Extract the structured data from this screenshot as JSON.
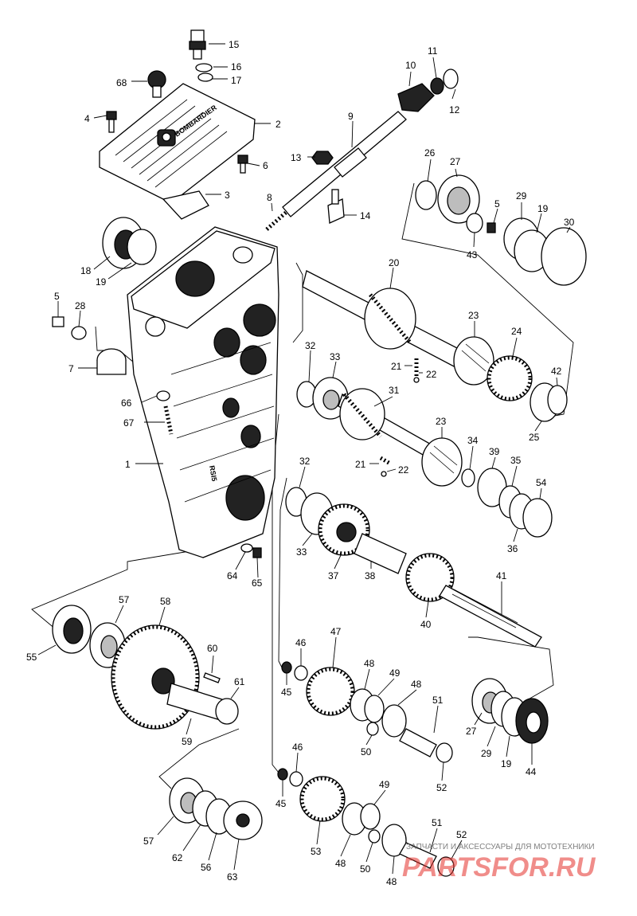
{
  "callouts": [
    {
      "id": "c15",
      "label": "15"
    },
    {
      "id": "c16",
      "label": "16"
    },
    {
      "id": "c17",
      "label": "17"
    },
    {
      "id": "c68",
      "label": "68"
    },
    {
      "id": "c4",
      "label": "4"
    },
    {
      "id": "c2",
      "label": "2"
    },
    {
      "id": "c6",
      "label": "6"
    },
    {
      "id": "c3",
      "label": "3"
    },
    {
      "id": "c10",
      "label": "10"
    },
    {
      "id": "c11",
      "label": "11"
    },
    {
      "id": "c12",
      "label": "12"
    },
    {
      "id": "c9",
      "label": "9"
    },
    {
      "id": "c13",
      "label": "13"
    },
    {
      "id": "c8",
      "label": "8"
    },
    {
      "id": "c14",
      "label": "14"
    },
    {
      "id": "c26",
      "label": "26"
    },
    {
      "id": "c27a",
      "label": "27"
    },
    {
      "id": "c5a",
      "label": "5"
    },
    {
      "id": "c29a",
      "label": "29"
    },
    {
      "id": "c19a",
      "label": "19"
    },
    {
      "id": "c30",
      "label": "30"
    },
    {
      "id": "c43",
      "label": "43"
    },
    {
      "id": "c18",
      "label": "18"
    },
    {
      "id": "c19b",
      "label": "19"
    },
    {
      "id": "c20",
      "label": "20"
    },
    {
      "id": "c5b",
      "label": "5"
    },
    {
      "id": "c28",
      "label": "28"
    },
    {
      "id": "c7",
      "label": "7"
    },
    {
      "id": "c23a",
      "label": "23"
    },
    {
      "id": "c24",
      "label": "24"
    },
    {
      "id": "c32a",
      "label": "32"
    },
    {
      "id": "c33a",
      "label": "33"
    },
    {
      "id": "c21a",
      "label": "21"
    },
    {
      "id": "c22a",
      "label": "22"
    },
    {
      "id": "c42",
      "label": "42"
    },
    {
      "id": "c31",
      "label": "31"
    },
    {
      "id": "c66",
      "label": "66"
    },
    {
      "id": "c25",
      "label": "25"
    },
    {
      "id": "c67",
      "label": "67"
    },
    {
      "id": "c23b",
      "label": "23"
    },
    {
      "id": "c34",
      "label": "34"
    },
    {
      "id": "c1",
      "label": "1"
    },
    {
      "id": "c32b",
      "label": "32"
    },
    {
      "id": "c21b",
      "label": "21"
    },
    {
      "id": "c22b",
      "label": "22"
    },
    {
      "id": "c39",
      "label": "39"
    },
    {
      "id": "c35",
      "label": "35"
    },
    {
      "id": "c54",
      "label": "54"
    },
    {
      "id": "c36",
      "label": "36"
    },
    {
      "id": "c33b",
      "label": "33"
    },
    {
      "id": "c37",
      "label": "37"
    },
    {
      "id": "c38",
      "label": "38"
    },
    {
      "id": "c64",
      "label": "64"
    },
    {
      "id": "c65",
      "label": "65"
    },
    {
      "id": "c41",
      "label": "41"
    },
    {
      "id": "c40",
      "label": "40"
    },
    {
      "id": "c57a",
      "label": "57"
    },
    {
      "id": "c58",
      "label": "58"
    },
    {
      "id": "c55",
      "label": "55"
    },
    {
      "id": "c60",
      "label": "60"
    },
    {
      "id": "c61",
      "label": "61"
    },
    {
      "id": "c59",
      "label": "59"
    },
    {
      "id": "c47",
      "label": "47"
    },
    {
      "id": "c46a",
      "label": "46"
    },
    {
      "id": "c48a",
      "label": "48"
    },
    {
      "id": "c49a",
      "label": "49"
    },
    {
      "id": "c48b",
      "label": "48"
    },
    {
      "id": "c45a",
      "label": "45"
    },
    {
      "id": "c50a",
      "label": "50"
    },
    {
      "id": "c51a",
      "label": "51"
    },
    {
      "id": "c52a",
      "label": "52"
    },
    {
      "id": "c27b",
      "label": "27"
    },
    {
      "id": "c29b",
      "label": "29"
    },
    {
      "id": "c19c",
      "label": "19"
    },
    {
      "id": "c44",
      "label": "44"
    },
    {
      "id": "c46b",
      "label": "46"
    },
    {
      "id": "c45b",
      "label": "45"
    },
    {
      "id": "c49b",
      "label": "49"
    },
    {
      "id": "c57b",
      "label": "57"
    },
    {
      "id": "c62",
      "label": "62"
    },
    {
      "id": "c56",
      "label": "56"
    },
    {
      "id": "c63",
      "label": "63"
    },
    {
      "id": "c53",
      "label": "53"
    },
    {
      "id": "c48c",
      "label": "48"
    },
    {
      "id": "c50b",
      "label": "50"
    },
    {
      "id": "c51b",
      "label": "51"
    },
    {
      "id": "c52b",
      "label": "52"
    },
    {
      "id": "c48d",
      "label": "48"
    }
  ],
  "cover_brand": "BOMBARDIER",
  "case_marking": "RSI5",
  "watermark": {
    "main": "PARTSFOR.RU",
    "sub": "ЗАПЧАСТИ И АКСЕССУАРЫ ДЛЯ МОТОТЕХНИКИ",
    "color": "#e4312b"
  }
}
